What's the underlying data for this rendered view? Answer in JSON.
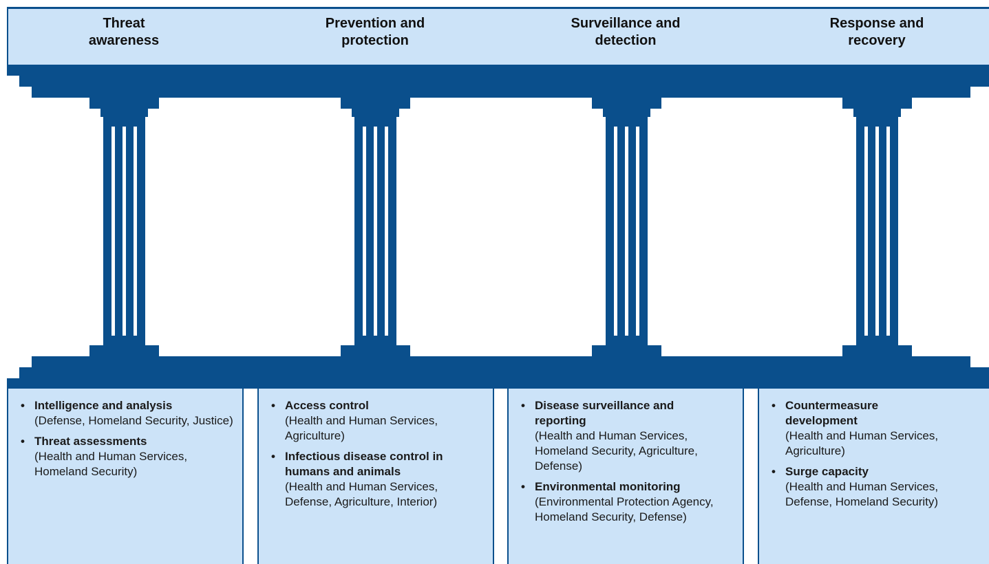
{
  "pillars": [
    {
      "title": [
        "Threat",
        "awareness"
      ],
      "items": [
        {
          "title": "Intelligence and analysis",
          "agencies": "(Defense, Homeland Security, Justice)"
        },
        {
          "title": "Threat assessments",
          "agencies": "(Health and Human Services, Homeland Security)"
        }
      ]
    },
    {
      "title": [
        "Prevention and",
        "protection"
      ],
      "items": [
        {
          "title": "Access control",
          "agencies": "(Health and Human Services, Agriculture)"
        },
        {
          "title": "Infectious disease control in humans and animals",
          "agencies": "(Health and Human Services, Defense, Agriculture, Interior)"
        }
      ]
    },
    {
      "title": [
        "Surveillance and",
        "detection"
      ],
      "items": [
        {
          "title": "Disease surveillance and reporting",
          "agencies": "(Health and Human Services, Homeland Security, Agriculture, Defense)"
        },
        {
          "title": "Environmental monitoring",
          "agencies": "(Environmental Protection Agency, Homeland Security, Defense)"
        }
      ]
    },
    {
      "title": [
        "Response and",
        "recovery"
      ],
      "items": [
        {
          "title": "Countermeasure development",
          "agencies": "(Health and Human Services, Agriculture)"
        },
        {
          "title": "Surge capacity",
          "agencies": "(Health and Human Services, Defense, Homeland Security)"
        }
      ]
    }
  ],
  "bullet": "•",
  "colors": {
    "dark_blue": "#0a4f8c",
    "light_blue": "#cce3f8"
  }
}
